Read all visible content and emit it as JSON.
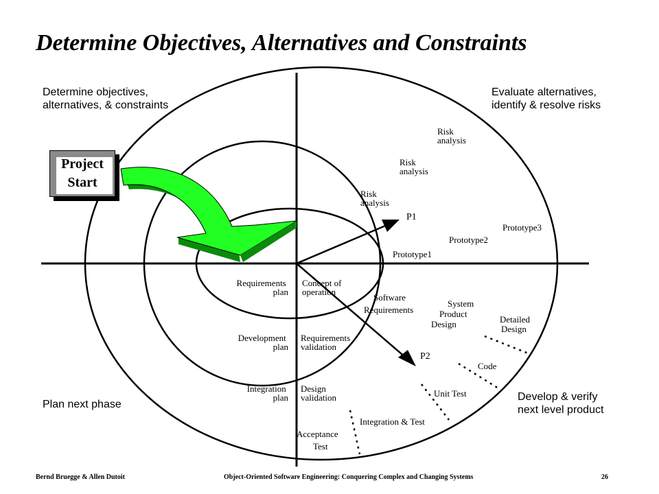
{
  "title": "Determine Objectives, Alternatives and Constraints",
  "quadrants": {
    "top_left": [
      "Determine objectives,",
      "alternatives, & constraints"
    ],
    "top_right": [
      "Evaluate alternatives,",
      "identify & resolve risks"
    ],
    "bottom_left": [
      "Plan next phase"
    ],
    "bottom_right": [
      "Develop & verify",
      "next level product"
    ]
  },
  "project_start": [
    "Project",
    "Start"
  ],
  "risk_analysis": [
    [
      "Risk",
      "analysis"
    ],
    [
      "Risk",
      "analysis"
    ],
    [
      "Risk",
      "analysis"
    ]
  ],
  "prototypes": [
    "Prototype1",
    "Prototype2",
    "Prototype3"
  ],
  "vectors": [
    "P1",
    "P2"
  ],
  "plans": [
    [
      "Requirements",
      "plan"
    ],
    [
      "Development",
      "plan"
    ],
    [
      "Integration",
      "plan"
    ]
  ],
  "activities": {
    "concept": [
      "Concept of",
      "operation"
    ],
    "req_validation": [
      "Requirements",
      "validation"
    ],
    "design_validation": [
      "Design",
      "validation"
    ],
    "software_requirements": [
      "Software",
      "Requirements"
    ],
    "system_product_design": [
      "System",
      "Product",
      "Design"
    ],
    "detailed_design": [
      "Detailed",
      "Design"
    ],
    "code": "Code",
    "unit_test": "Unit Test",
    "integration_test": "Integration & Test",
    "acceptance_test": [
      "Acceptance",
      "Test"
    ]
  },
  "footer": {
    "authors": "Bernd Bruegge & Allen Dutoit",
    "book": "Object-Oriented Software Engineering: Conquering Complex and Changing Systems",
    "page": "26"
  },
  "colors": {
    "arrow_fill": "#22ff22",
    "arrow_shade": "#0b8a0b",
    "ink": "#000000"
  }
}
